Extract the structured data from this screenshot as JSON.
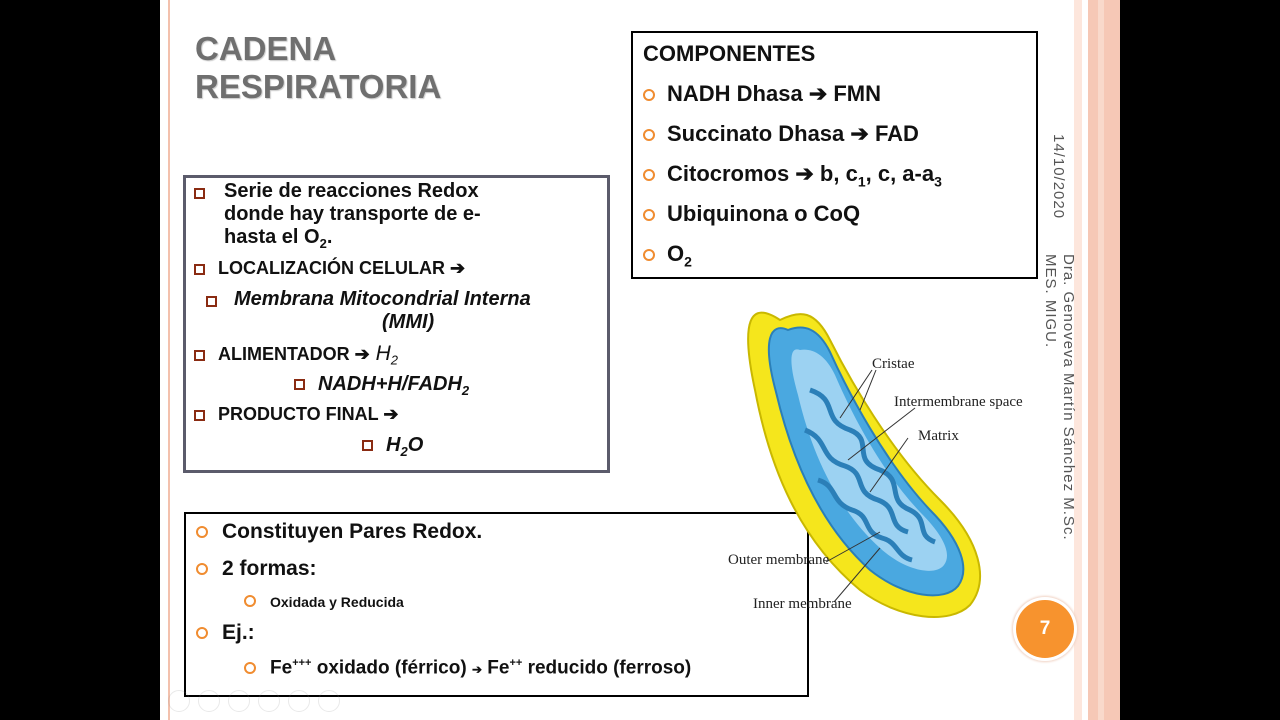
{
  "title": {
    "line1": "CADENA",
    "line2": "RESPIRATORIA"
  },
  "components": {
    "heading": "COMPONENTES",
    "items": [
      {
        "text": "NADH Dhasa ",
        "arrow": "➔",
        "result": " FMN"
      },
      {
        "text": "Succinato Dhasa ",
        "arrow": "➔",
        "result": " FAD"
      },
      {
        "text": "Citocromos ",
        "arrow": "➔",
        "r1": " b, c",
        "s1": "1",
        "r2": ", c, a-a",
        "s2": "3"
      },
      {
        "text": "Ubiquinona o CoQ"
      },
      {
        "text": "O",
        "sub": "2"
      }
    ]
  },
  "definition": {
    "item1": {
      "line1": "Serie de reacciones Redox",
      "line2": "donde hay transporte de e-",
      "line3": "hasta el O",
      "line3_sub": "2",
      "line3_end": "."
    },
    "item2": {
      "label": "LOCALIZACIÓN CELULAR ",
      "arrow": "➔"
    },
    "item2_sub": {
      "line1": "Membrana Mitocondrial Interna",
      "line2": "(MMI)"
    },
    "item3": {
      "label": "ALIMENTADOR ",
      "arrow": "➔",
      "value": " H",
      "value_sub": "2"
    },
    "item3_sub": {
      "text": "NADH+H/FADH",
      "sub": "2"
    },
    "item4": {
      "label": "PRODUCTO FINAL ",
      "arrow": "➔"
    },
    "item4_sub": {
      "text": "H",
      "sub": "2",
      "end": "O"
    }
  },
  "pairs": {
    "item1": "Constituyen Pares Redox.",
    "item2": "2 formas:",
    "item2_sub": "Oxidada y Reducida",
    "item3": "Ej.:",
    "example": {
      "fe1": "Fe",
      "fe1_sup": "+++",
      "mid": " oxidado (férrico) ",
      "arrow": "➔",
      "fe2": " Fe",
      "fe2_sup": "++",
      "end": " reducido (ferroso)"
    }
  },
  "diagram": {
    "labels": {
      "cristae": "Cristae",
      "intermembrane": "Intermembrane space",
      "matrix": "Matrix",
      "outer": "Outer membrane",
      "inner": "Inner membrane"
    },
    "colors": {
      "outer": "#f5e61c",
      "inner": "#4aa8e0",
      "matrix": "#9cd2f2"
    }
  },
  "side": {
    "date": "14/10/2020",
    "author_line1": "Dra. Genoveva Martín Sánchez M.Sc.",
    "author_line2": "MES. MIGU."
  },
  "page_number": "7",
  "theme": {
    "accent_orange": "#f7932e",
    "bullet_square": "#8a2b12",
    "title_gray": "#6f6f6f",
    "band_pink": "#f6c8b6"
  }
}
